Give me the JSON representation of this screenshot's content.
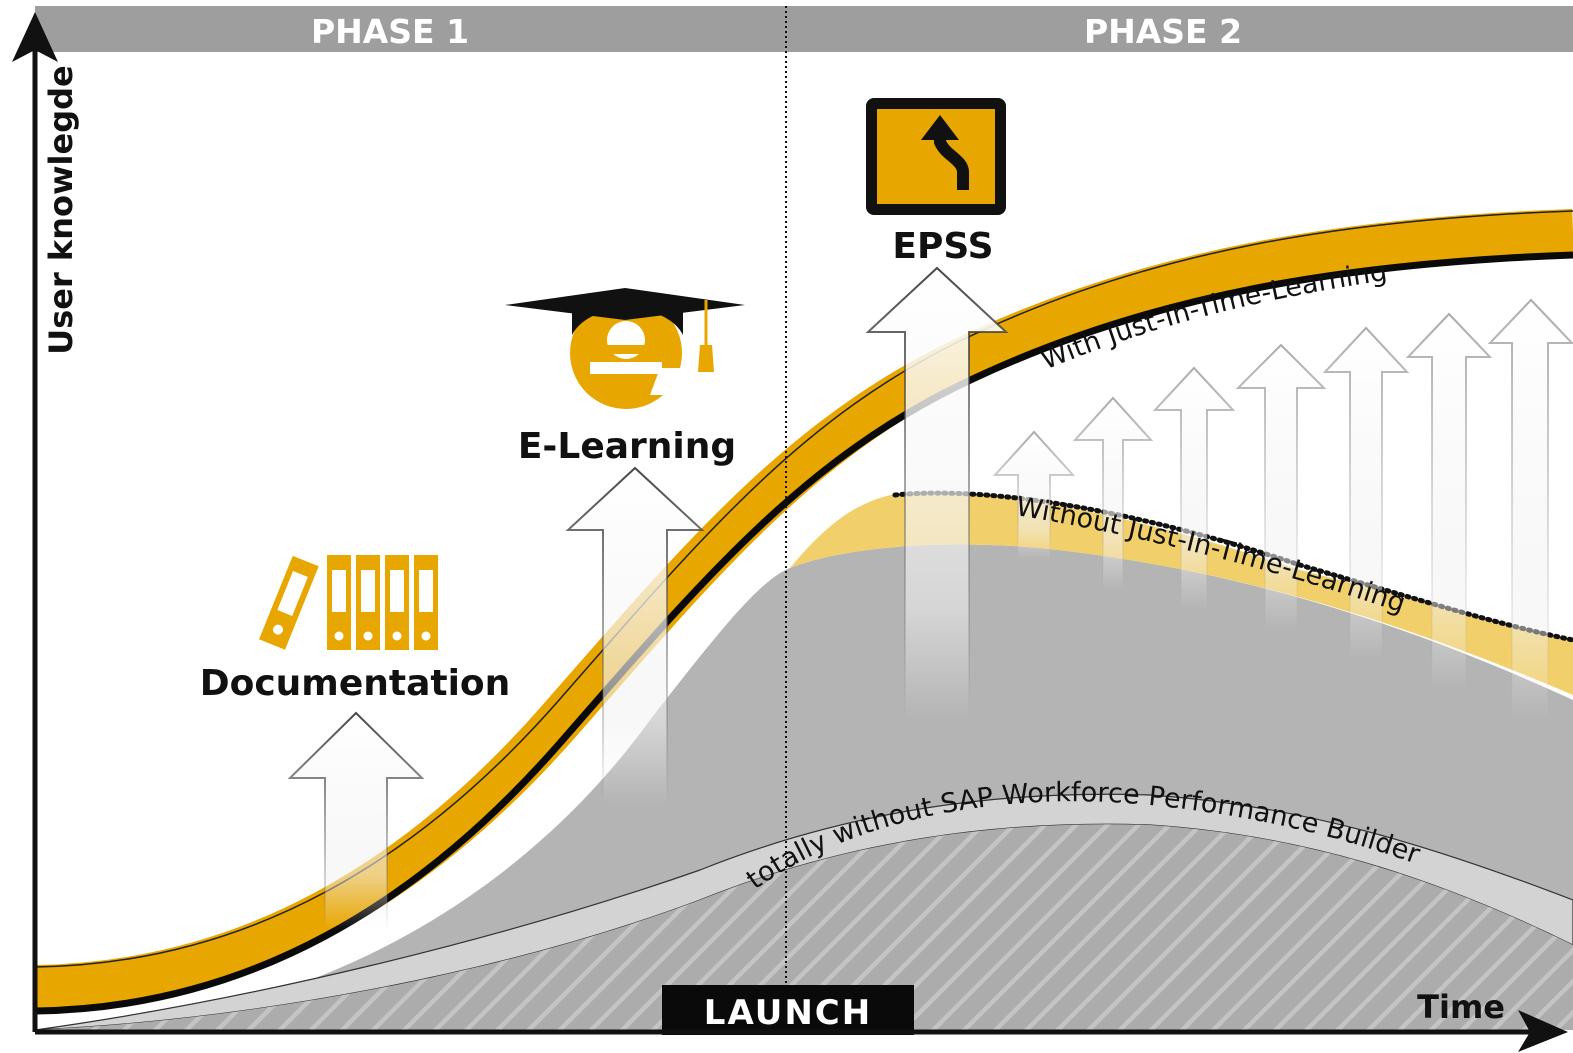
{
  "header": {
    "phase1": "PHASE 1",
    "phase2": "PHASE 2"
  },
  "axes": {
    "y_label": "User knowlegde",
    "x_label": "Time"
  },
  "milestones": {
    "launch": "LAUNCH"
  },
  "stages": {
    "documentation": "Documentation",
    "elearning": "E-Learning",
    "epss": "EPSS"
  },
  "curves": {
    "with_jit": "With Just-In-Time-Learning",
    "without_jit": "Without Just-In-Time-Learning",
    "totally_without": "totally without SAP Workforce Performance Builder"
  },
  "icons": {
    "documentation": "binders-icon",
    "elearning": "graduation-cap-e-icon",
    "epss": "road-sign-icon"
  },
  "colors": {
    "accent": "#E8A600",
    "accent_light": "#F1D06C",
    "header_bar": "#9E9E9E",
    "fill_gray": "#B4B4B4",
    "band_light": "#D3D3D3",
    "ink": "#111111"
  }
}
